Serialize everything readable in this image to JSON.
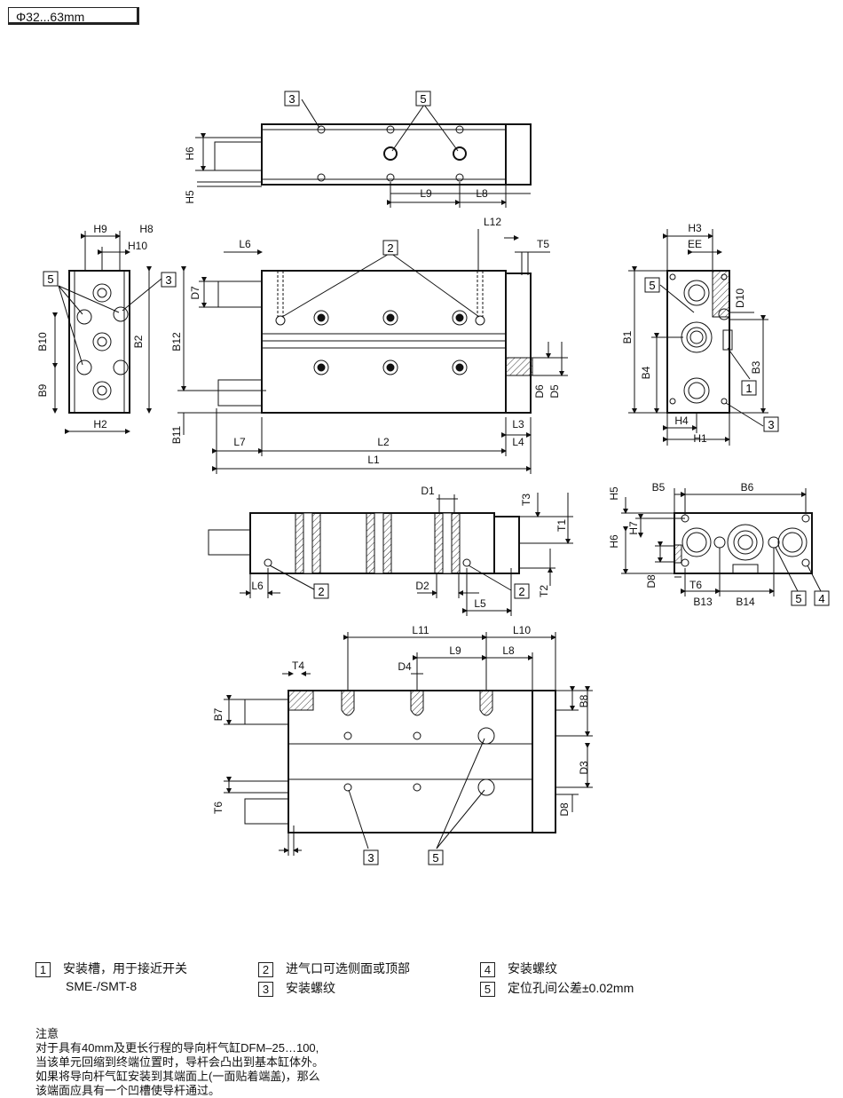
{
  "header": {
    "size_range": "Φ32...63mm"
  },
  "dimension_labels": {
    "top_view": [
      "H6",
      "H5",
      "L9",
      "L8"
    ],
    "front_view": [
      "L6",
      "D7",
      "B12",
      "B11",
      "L7",
      "L2",
      "L1",
      "L12",
      "T5",
      "D6",
      "D5",
      "L3",
      "L4"
    ],
    "left_end_view": [
      "H9",
      "H8",
      "H10",
      "B10",
      "B9",
      "B2",
      "H2"
    ],
    "right_end_view": [
      "H3",
      "EE",
      "D10",
      "B1",
      "B4",
      "B3",
      "H4",
      "H1"
    ],
    "section_view": [
      "D1",
      "T3",
      "T1",
      "T2",
      "L6",
      "D2",
      "L5"
    ],
    "end_view_2": [
      "H5",
      "B5",
      "B6",
      "H7",
      "H6",
      "D8",
      "T6",
      "B13",
      "B14"
    ],
    "bottom_view": [
      "L11",
      "L10",
      "L9",
      "L8",
      "D4",
      "T4",
      "B7",
      "B8",
      "D3",
      "D8",
      "T6"
    ]
  },
  "callouts": [
    "1",
    "2",
    "3",
    "4",
    "5"
  ],
  "legend": [
    {
      "num": "1",
      "text": "安装槽，用于接近开关",
      "text2": "SME-/SMT-8"
    },
    {
      "num": "2",
      "text": "进气口可选侧面或顶部"
    },
    {
      "num": "3",
      "text": "安装螺纹"
    },
    {
      "num": "4",
      "text": "安装螺纹"
    },
    {
      "num": "5",
      "text": "定位孔间公差±0.02mm"
    }
  ],
  "notes": {
    "title": "注意",
    "lines": [
      "对于具有40mm及更长行程的导向杆气缸DFM–25…100,",
      "当该单元回缩到终端位置时，导杆会凸出到基本缸体外。",
      "如果将导向杆气缸安装到其端面上(一面贴着端盖)，那么",
      "该端面应具有一个凹槽使导杆通过。"
    ]
  }
}
